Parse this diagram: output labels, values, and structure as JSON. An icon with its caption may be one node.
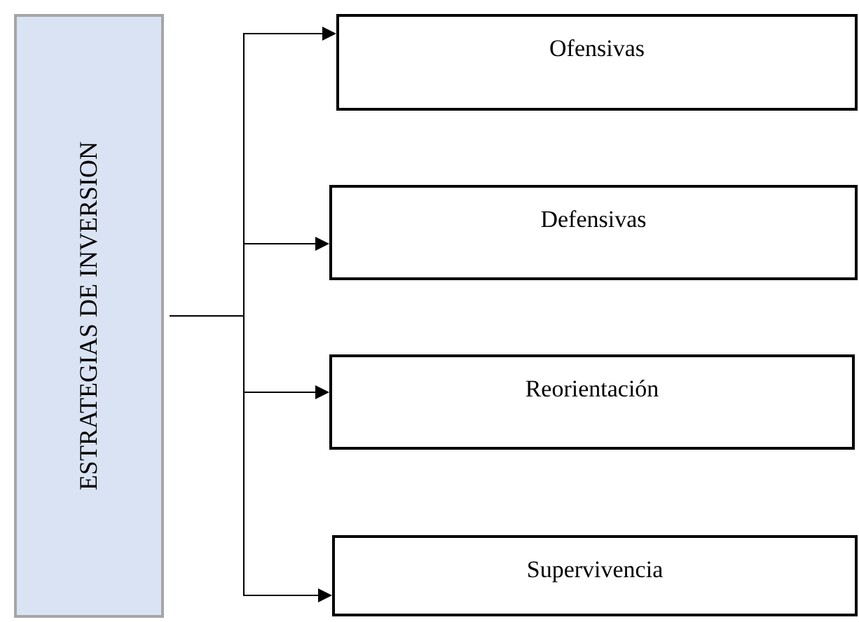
{
  "diagram": {
    "nodes": [
      {
        "text": [
          "ESTRATEGIAS DE INVERSION"
        ]
      },
      {
        "text": [
          "Ofensivas"
        ]
      },
      {
        "text": [
          "Defensivas"
        ]
      },
      {
        "text": [
          "Reorientación"
        ]
      },
      {
        "text": [
          "Supervivencia"
        ]
      }
    ],
    "edges": [
      {
        "from": 0,
        "to": 1,
        "arrow": "to"
      },
      {
        "from": 0,
        "to": 2,
        "arrow": "to"
      },
      {
        "from": 0,
        "to": 3,
        "arrow": "to"
      },
      {
        "from": 0,
        "to": 4,
        "arrow": "to"
      }
    ]
  }
}
